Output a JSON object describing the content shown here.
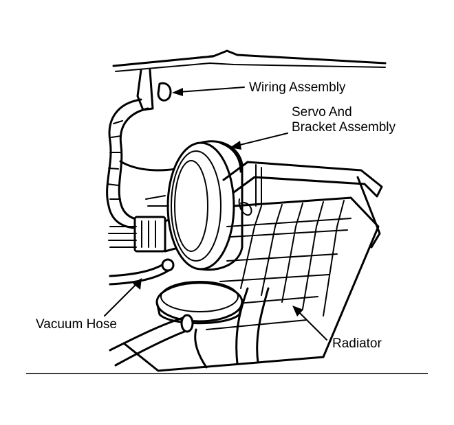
{
  "labels": {
    "wiring": "Wiring Assembly",
    "servo_line1": "Servo And",
    "servo_line2": "Bracket Assembly",
    "vacuum": "Vacuum Hose",
    "radiator": "Radiator"
  }
}
